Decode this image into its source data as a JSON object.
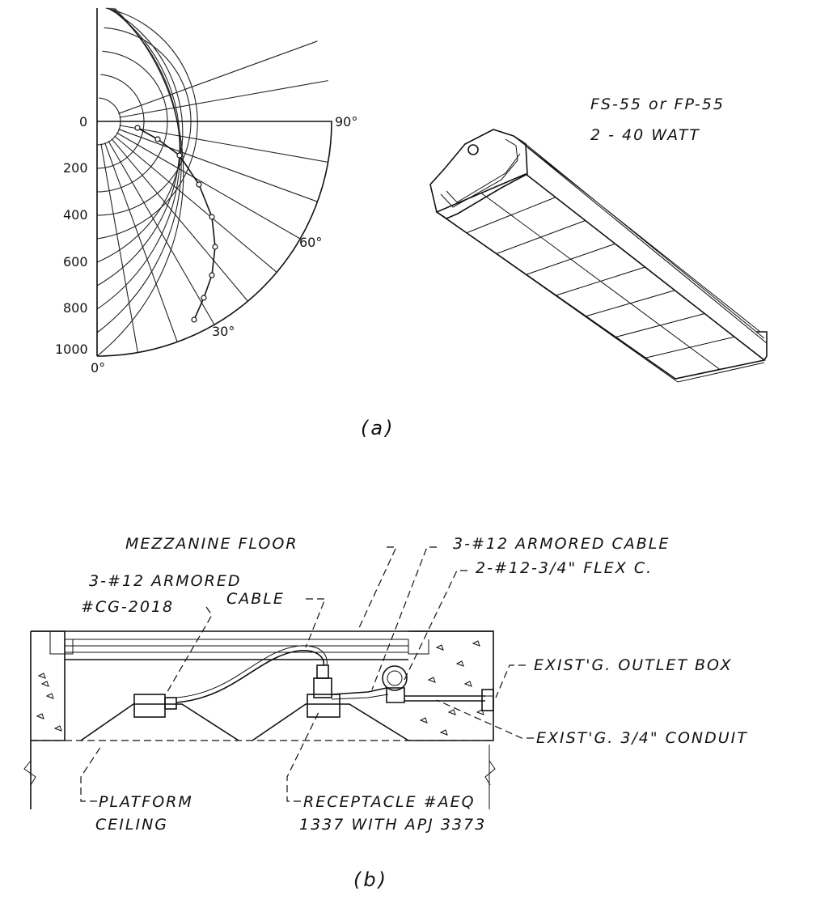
{
  "part_a": {
    "caption": "(a)",
    "polar": {
      "radial_labels": [
        "0",
        "200",
        "400",
        "600",
        "800",
        "1000"
      ],
      "angle_labels": {
        "a90": "90°",
        "a60": "60°",
        "a30": "30°",
        "a0": "0°"
      }
    },
    "fixture": {
      "model": "FS-55 or FP-55",
      "lamps": "2 - 40 WATT"
    }
  },
  "part_b": {
    "caption": "(b)",
    "labels": {
      "mezzanine_floor": "MEZZANINE FLOOR",
      "armored_cable_right": "3-#12 ARMORED CABLE",
      "flex_conduit": "2-#12-3/4\" FLEX C.",
      "armored_cable_left_1": "3-#12 ARMORED",
      "armored_cable_left_2": "CABLE",
      "cg_number": "#CG-2018",
      "outlet_box": "EXIST'G. OUTLET BOX",
      "existing_conduit": "EXIST'G. 3/4\" CONDUIT",
      "platform_ceiling_1": "PLATFORM",
      "platform_ceiling_2": "CEILING",
      "receptacle_1": "RECEPTACLE #AEQ",
      "receptacle_2": "1337 WITH APJ 3373"
    }
  }
}
